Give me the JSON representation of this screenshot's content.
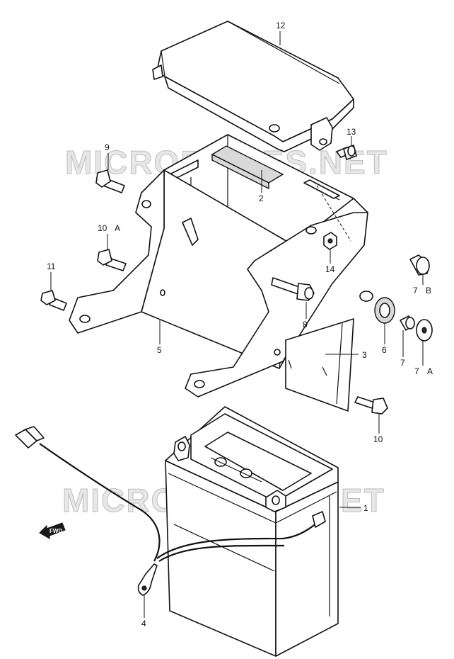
{
  "watermark": "MICROFICHES.NET",
  "fwd_label": "FWD",
  "callouts": {
    "c1": "1",
    "c2": "2",
    "c3": "3",
    "c4": "4",
    "c5": "5",
    "c6": "6",
    "c7": "7",
    "c7a": "7",
    "c7a_suffix": "A",
    "c7b": "7",
    "c7b_suffix": "B",
    "c8": "8",
    "c9": "9",
    "c10a": "10",
    "c10a_suffix": "A",
    "c10": "10",
    "c11": "11",
    "c12": "12",
    "c13": "13",
    "c14": "14"
  }
}
